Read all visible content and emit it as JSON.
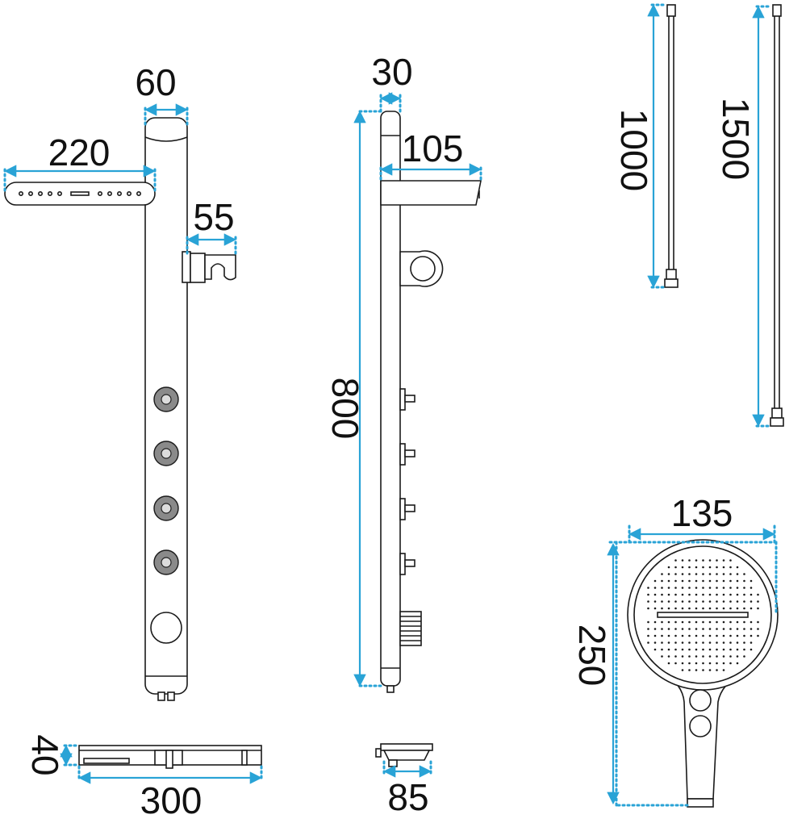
{
  "colors": {
    "dimension": "#29a3d6",
    "outline": "#1a1a1a",
    "background": "#ffffff",
    "jet": "#8a8a8a"
  },
  "front_view": {
    "width_label": "60",
    "rain_head_width_label": "220",
    "holder_width_label": "55"
  },
  "side_view": {
    "depth_label": "30",
    "head_arm_label": "105",
    "height_label": "800"
  },
  "hoses": {
    "short_label": "1000",
    "long_label": "1500"
  },
  "bottom_view": {
    "height_label": "40",
    "width_label": "300"
  },
  "side_bottom_view": {
    "width_label": "85"
  },
  "hand_shower": {
    "diameter_label": "135",
    "length_label": "250"
  }
}
